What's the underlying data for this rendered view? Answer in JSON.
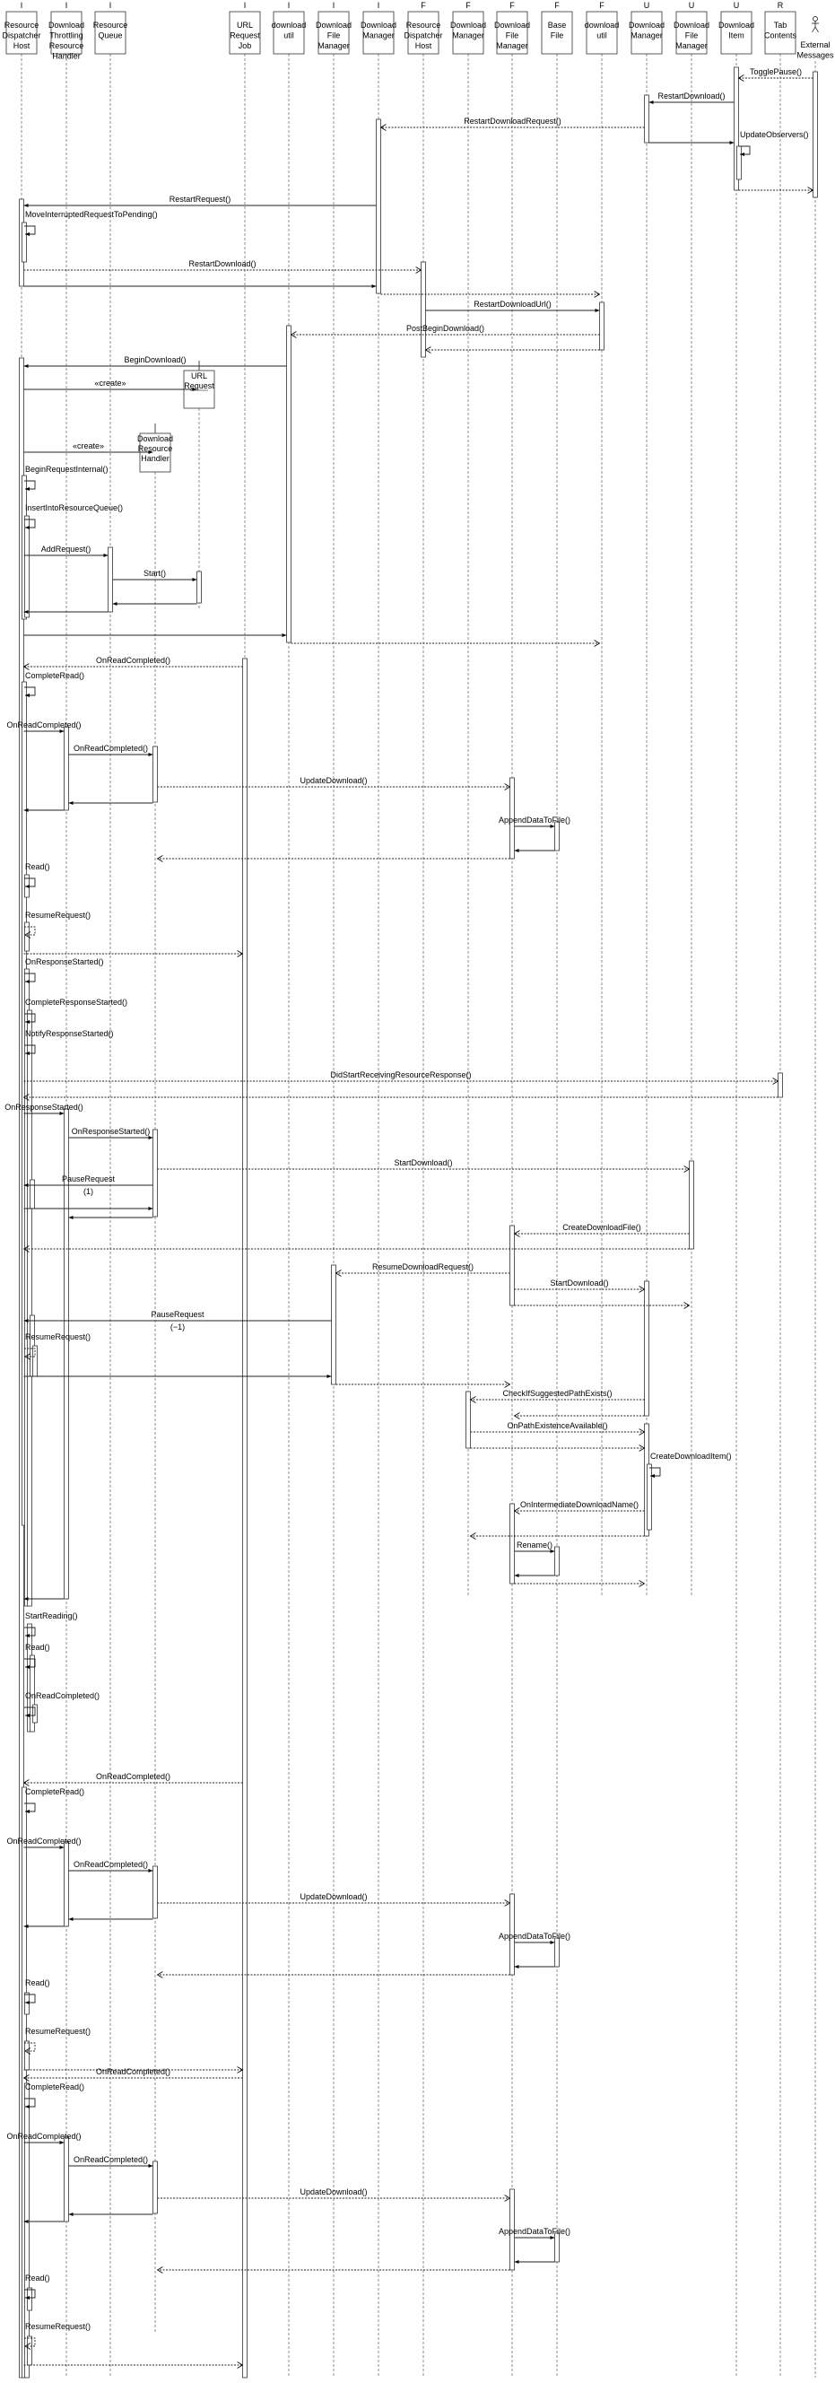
{
  "diagram": {
    "type": "sequence",
    "participants": [
      {
        "stereotype": "I",
        "name": [
          "Resource",
          "Dispatcher",
          "Host"
        ]
      },
      {
        "stereotype": "I",
        "name": [
          "Download",
          "Throttling",
          "Resource",
          "Handler"
        ]
      },
      {
        "stereotype": "I",
        "name": [
          "Resource",
          "Queue"
        ]
      },
      {
        "stereotype": "I",
        "name": [
          "URL",
          "Request",
          "Job"
        ]
      },
      {
        "stereotype": "I",
        "name": [
          "download",
          "util"
        ]
      },
      {
        "stereotype": "I",
        "name": [
          "Download",
          "File",
          "Manager"
        ]
      },
      {
        "stereotype": "I",
        "name": [
          "Download",
          "Manager"
        ]
      },
      {
        "stereotype": "F",
        "name": [
          "Resource",
          "Dispatcher",
          "Host"
        ]
      },
      {
        "stereotype": "F",
        "name": [
          "Download",
          "Manager"
        ]
      },
      {
        "stereotype": "F",
        "name": [
          "Download",
          "File",
          "Manager"
        ]
      },
      {
        "stereotype": "F",
        "name": [
          "Base",
          "File"
        ]
      },
      {
        "stereotype": "F",
        "name": [
          "download",
          "util"
        ]
      },
      {
        "stereotype": "U",
        "name": [
          "Download",
          "Manager"
        ]
      },
      {
        "stereotype": "U",
        "name": [
          "Download",
          "File",
          "Manager"
        ]
      },
      {
        "stereotype": "U",
        "name": [
          "Download",
          "Item"
        ]
      },
      {
        "stereotype": "R",
        "name": [
          "Tab",
          "Contents"
        ]
      },
      {
        "stereotype": "",
        "name": [
          "External",
          "Messages"
        ],
        "actor": true
      },
      {
        "stereotype": "",
        "name": [
          "URL",
          "Request"
        ],
        "created": true
      },
      {
        "stereotype": "",
        "name": [
          "Download",
          "Resource",
          "Handler"
        ],
        "created": true
      }
    ],
    "messages": [
      {
        "from": 16,
        "to": 14,
        "label": "TogglePause()",
        "style": "dashed"
      },
      {
        "from": 14,
        "to": 12,
        "label": "RestartDownload()",
        "style": "sync"
      },
      {
        "from": 12,
        "to": 6,
        "label": "RestartDownloadRequest()",
        "style": "dashed"
      },
      {
        "from": 12,
        "to": 14,
        "label": "",
        "style": "sync"
      },
      {
        "from": 14,
        "to": 14,
        "label": "UpdateObservers()",
        "style": "self"
      },
      {
        "from": 14,
        "to": 16,
        "label": "",
        "style": "dashed"
      },
      {
        "from": 6,
        "to": 0,
        "label": "RestartRequest()",
        "style": "sync"
      },
      {
        "from": 0,
        "to": 0,
        "label": "MoveInterruptedRequestToPending()",
        "style": "self"
      },
      {
        "from": 0,
        "to": 7,
        "label": "RestartDownload()",
        "style": "dashed"
      },
      {
        "from": 0,
        "to": 6,
        "label": "",
        "style": "sync"
      },
      {
        "from": 6,
        "to": 11,
        "label": "",
        "style": "dashed"
      },
      {
        "from": 7,
        "to": 11,
        "label": "RestartDownloadUrl()",
        "style": "sync"
      },
      {
        "from": 11,
        "to": 4,
        "label": "PostBeginDownload()",
        "style": "dashed"
      },
      {
        "from": 11,
        "to": 7,
        "label": "",
        "style": "dashed"
      },
      {
        "from": 4,
        "to": 0,
        "label": "BeginDownload()",
        "style": "sync"
      },
      {
        "from": 0,
        "to": 17,
        "label": "«create»",
        "style": "sync"
      },
      {
        "from": 0,
        "to": 18,
        "label": "«create»",
        "style": "sync"
      },
      {
        "from": 0,
        "to": 0,
        "label": "BeginRequestInternal()",
        "style": "self"
      },
      {
        "from": 0,
        "to": 0,
        "label": "InsertIntoResourceQueue()",
        "style": "self"
      },
      {
        "from": 0,
        "to": 2,
        "label": "AddRequest()",
        "style": "sync"
      },
      {
        "from": 2,
        "to": 17,
        "label": "Start()",
        "style": "sync"
      },
      {
        "from": 17,
        "to": 2,
        "label": "",
        "style": "sync"
      },
      {
        "from": 2,
        "to": 0,
        "label": "",
        "style": "sync"
      },
      {
        "from": 0,
        "to": 4,
        "label": "",
        "style": "sync"
      },
      {
        "from": 4,
        "to": 11,
        "label": "",
        "style": "dashed"
      },
      {
        "from": 3,
        "to": 0,
        "label": "OnReadCompleted()",
        "style": "dashed"
      },
      {
        "from": 0,
        "to": 0,
        "label": "CompleteRead()",
        "style": "self"
      },
      {
        "from": 0,
        "to": 1,
        "label": "OnReadCompleted()",
        "style": "sync"
      },
      {
        "from": 1,
        "to": 18,
        "label": "OnReadCompleted()",
        "style": "sync"
      },
      {
        "from": 18,
        "to": 9,
        "label": "UpdateDownload()",
        "style": "dashed"
      },
      {
        "from": 18,
        "to": 1,
        "label": "",
        "style": "sync"
      },
      {
        "from": 1,
        "to": 0,
        "label": "",
        "style": "sync"
      },
      {
        "from": 9,
        "to": 10,
        "label": "AppendDataToFile()",
        "style": "sync"
      },
      {
        "from": 10,
        "to": 9,
        "label": "",
        "style": "sync"
      },
      {
        "from": 9,
        "to": 18,
        "label": "",
        "style": "dashed"
      },
      {
        "from": 0,
        "to": 0,
        "label": "Read()",
        "style": "self"
      },
      {
        "from": 0,
        "to": 0,
        "label": "ResumeRequest()",
        "style": "self-dashed"
      },
      {
        "from": 0,
        "to": 3,
        "label": "",
        "style": "dashed"
      },
      {
        "from": 0,
        "to": 0,
        "label": "OnResponseStarted()",
        "style": "self"
      },
      {
        "from": 0,
        "to": 0,
        "label": "CompleteResponseStarted()",
        "style": "self"
      },
      {
        "from": 0,
        "to": 0,
        "label": "NotifyResponseStarted()",
        "style": "self"
      },
      {
        "from": 0,
        "to": 15,
        "label": "DidStartReceivingResourceResponse()",
        "style": "dashed"
      },
      {
        "from": 15,
        "to": 0,
        "label": "",
        "style": "dashed"
      },
      {
        "from": 0,
        "to": 1,
        "label": "OnResponseStarted()",
        "style": "sync"
      },
      {
        "from": 1,
        "to": 18,
        "label": "OnResponseStarted()",
        "style": "sync"
      },
      {
        "from": 18,
        "to": 13,
        "label": "StartDownload()",
        "style": "dashed"
      },
      {
        "from": 18,
        "to": 0,
        "label": "PauseRequest",
        "sublabel": "(1)",
        "style": "sync"
      },
      {
        "from": 0,
        "to": 18,
        "label": "",
        "style": "sync"
      },
      {
        "from": 18,
        "to": 1,
        "label": "",
        "style": "sync"
      },
      {
        "from": 13,
        "to": 9,
        "label": "CreateDownloadFile()",
        "style": "dashed"
      },
      {
        "from": 13,
        "to": 0,
        "label": "",
        "style": "dashed"
      },
      {
        "from": 9,
        "to": 5,
        "label": "ResumeDownloadRequest()",
        "style": "dashed"
      },
      {
        "from": 9,
        "to": 12,
        "label": "StartDownload()",
        "style": "dashed"
      },
      {
        "from": 9,
        "to": 13,
        "label": "",
        "style": "dashed"
      },
      {
        "from": 5,
        "to": 0,
        "label": "PauseRequest",
        "sublabel": "(−1)",
        "style": "sync"
      },
      {
        "from": 0,
        "to": 0,
        "label": "ResumeRequest()",
        "style": "self-dashed"
      },
      {
        "from": 0,
        "to": 5,
        "label": "",
        "style": "sync"
      },
      {
        "from": 5,
        "to": 9,
        "label": "",
        "style": "dashed"
      },
      {
        "from": 12,
        "to": 8,
        "label": "CheckIfSuggestedPathExists()",
        "style": "dashed"
      },
      {
        "from": 12,
        "to": 9,
        "label": "",
        "style": "dashed"
      },
      {
        "from": 8,
        "to": 12,
        "label": "OnPathExistenceAvailable()",
        "style": "dashed"
      },
      {
        "from": 8,
        "to": 12,
        "label": "",
        "style": "dashed"
      },
      {
        "from": 12,
        "to": 12,
        "label": "CreateDownloadItem()",
        "style": "self"
      },
      {
        "from": 12,
        "to": 9,
        "label": "OnIntermediateDownloadName()",
        "style": "dashed"
      },
      {
        "from": 12,
        "to": 8,
        "label": "",
        "style": "dashed"
      },
      {
        "from": 9,
        "to": 10,
        "label": "Rename()",
        "style": "sync"
      },
      {
        "from": 10,
        "to": 9,
        "label": "",
        "style": "sync"
      },
      {
        "from": 9,
        "to": 12,
        "label": "",
        "style": "dashed"
      },
      {
        "from": 1,
        "to": 0,
        "label": "",
        "style": "sync"
      },
      {
        "from": 0,
        "to": 0,
        "label": "StartReading()",
        "style": "self"
      },
      {
        "from": 0,
        "to": 0,
        "label": "Read()",
        "style": "self"
      },
      {
        "from": 0,
        "to": 0,
        "label": "OnReadCompleted()",
        "style": "self"
      },
      {
        "from": 3,
        "to": 0,
        "label": "OnReadCompleted()",
        "style": "dashed"
      },
      {
        "from": 0,
        "to": 0,
        "label": "CompleteRead()",
        "style": "self"
      },
      {
        "from": 0,
        "to": 1,
        "label": "OnReadCompleted()",
        "style": "sync"
      },
      {
        "from": 1,
        "to": 18,
        "label": "OnReadCompleted()",
        "style": "sync"
      },
      {
        "from": 18,
        "to": 9,
        "label": "UpdateDownload()",
        "style": "dashed"
      },
      {
        "from": 18,
        "to": 1,
        "label": "",
        "style": "sync"
      },
      {
        "from": 1,
        "to": 0,
        "label": "",
        "style": "sync"
      },
      {
        "from": 9,
        "to": 10,
        "label": "AppendDataToFile()",
        "style": "sync"
      },
      {
        "from": 10,
        "to": 9,
        "label": "",
        "style": "sync"
      },
      {
        "from": 9,
        "to": 18,
        "label": "",
        "style": "dashed"
      },
      {
        "from": 0,
        "to": 0,
        "label": "Read()",
        "style": "self"
      },
      {
        "from": 0,
        "to": 0,
        "label": "ResumeRequest()",
        "style": "self-dashed"
      },
      {
        "from": 0,
        "to": 3,
        "label": "",
        "style": "dashed"
      },
      {
        "from": 3,
        "to": 0,
        "label": "OnReadCompleted()",
        "style": "dashed"
      },
      {
        "from": 0,
        "to": 0,
        "label": "CompleteRead()",
        "style": "self"
      },
      {
        "from": 0,
        "to": 1,
        "label": "OnReadCompleted()",
        "style": "sync"
      },
      {
        "from": 1,
        "to": 18,
        "label": "OnReadCompleted()",
        "style": "sync"
      },
      {
        "from": 18,
        "to": 9,
        "label": "UpdateDownload()",
        "style": "dashed"
      },
      {
        "from": 18,
        "to": 1,
        "label": "",
        "style": "sync"
      },
      {
        "from": 1,
        "to": 0,
        "label": "",
        "style": "sync"
      },
      {
        "from": 9,
        "to": 10,
        "label": "AppendDataToFile()",
        "style": "sync"
      },
      {
        "from": 10,
        "to": 9,
        "label": "",
        "style": "sync"
      },
      {
        "from": 9,
        "to": 18,
        "label": "",
        "style": "dashed"
      },
      {
        "from": 0,
        "to": 0,
        "label": "Read()",
        "style": "self"
      },
      {
        "from": 0,
        "to": 0,
        "label": "ResumeRequest()",
        "style": "self-dashed"
      },
      {
        "from": 0,
        "to": 3,
        "label": "",
        "style": "dashed"
      }
    ]
  }
}
